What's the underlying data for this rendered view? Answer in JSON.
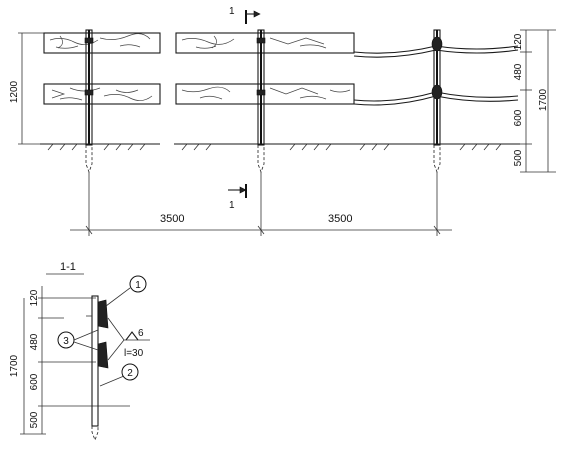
{
  "dimensions": {
    "span_left": "3500",
    "span_right": "3500",
    "total_height_left": "1200",
    "total_height_right": "1700",
    "seg_top": "120",
    "seg_mid": "480",
    "seg_low": "600",
    "seg_embed": "500"
  },
  "section": {
    "marker": "1",
    "title": "1-1",
    "callouts": [
      "1",
      "2",
      "3"
    ],
    "weld_size": "6",
    "weld_length": "l=30"
  }
}
